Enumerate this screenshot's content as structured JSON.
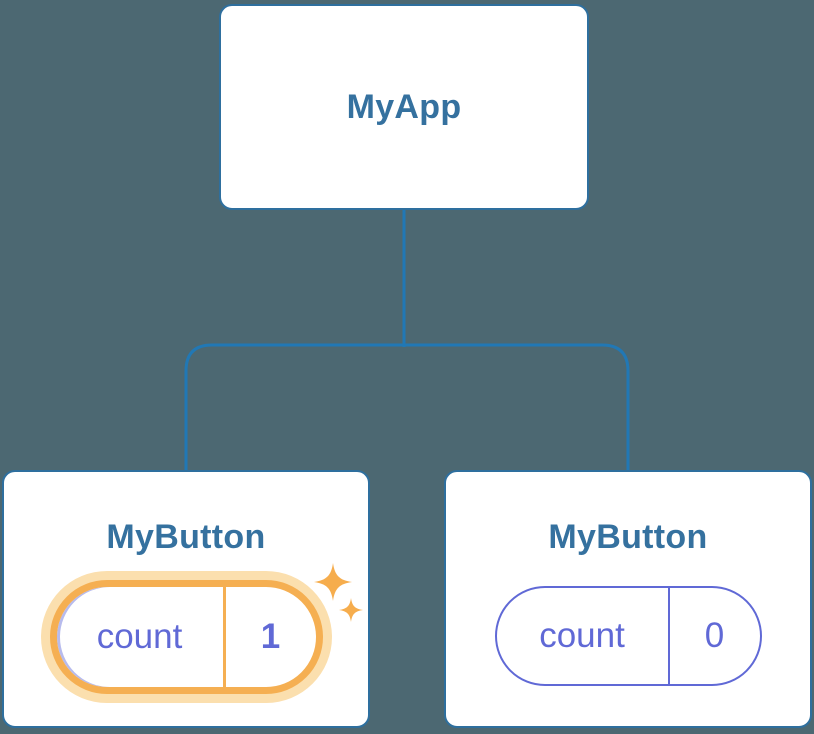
{
  "colors": {
    "background": "#4C6872",
    "card-bg": "#FFFFFF",
    "card-border": "#2E6F9E",
    "connector": "#2178B5",
    "node-label": "#35719F",
    "state-indigo": "#6069D6",
    "highlight-orange": "#F5AF52",
    "highlight-glow": "#FBDFAE",
    "highlight-inner-edge": "rgba(96,105,214,0.45)",
    "sparkle": "#F6AD4D"
  },
  "diagram": {
    "type": "component-tree",
    "root": {
      "label": "MyApp"
    },
    "children": [
      {
        "label": "MyButton",
        "state": {
          "name": "count",
          "value": "1"
        },
        "highlighted": true
      },
      {
        "label": "MyButton",
        "state": {
          "name": "count",
          "value": "0"
        },
        "highlighted": false
      }
    ]
  }
}
